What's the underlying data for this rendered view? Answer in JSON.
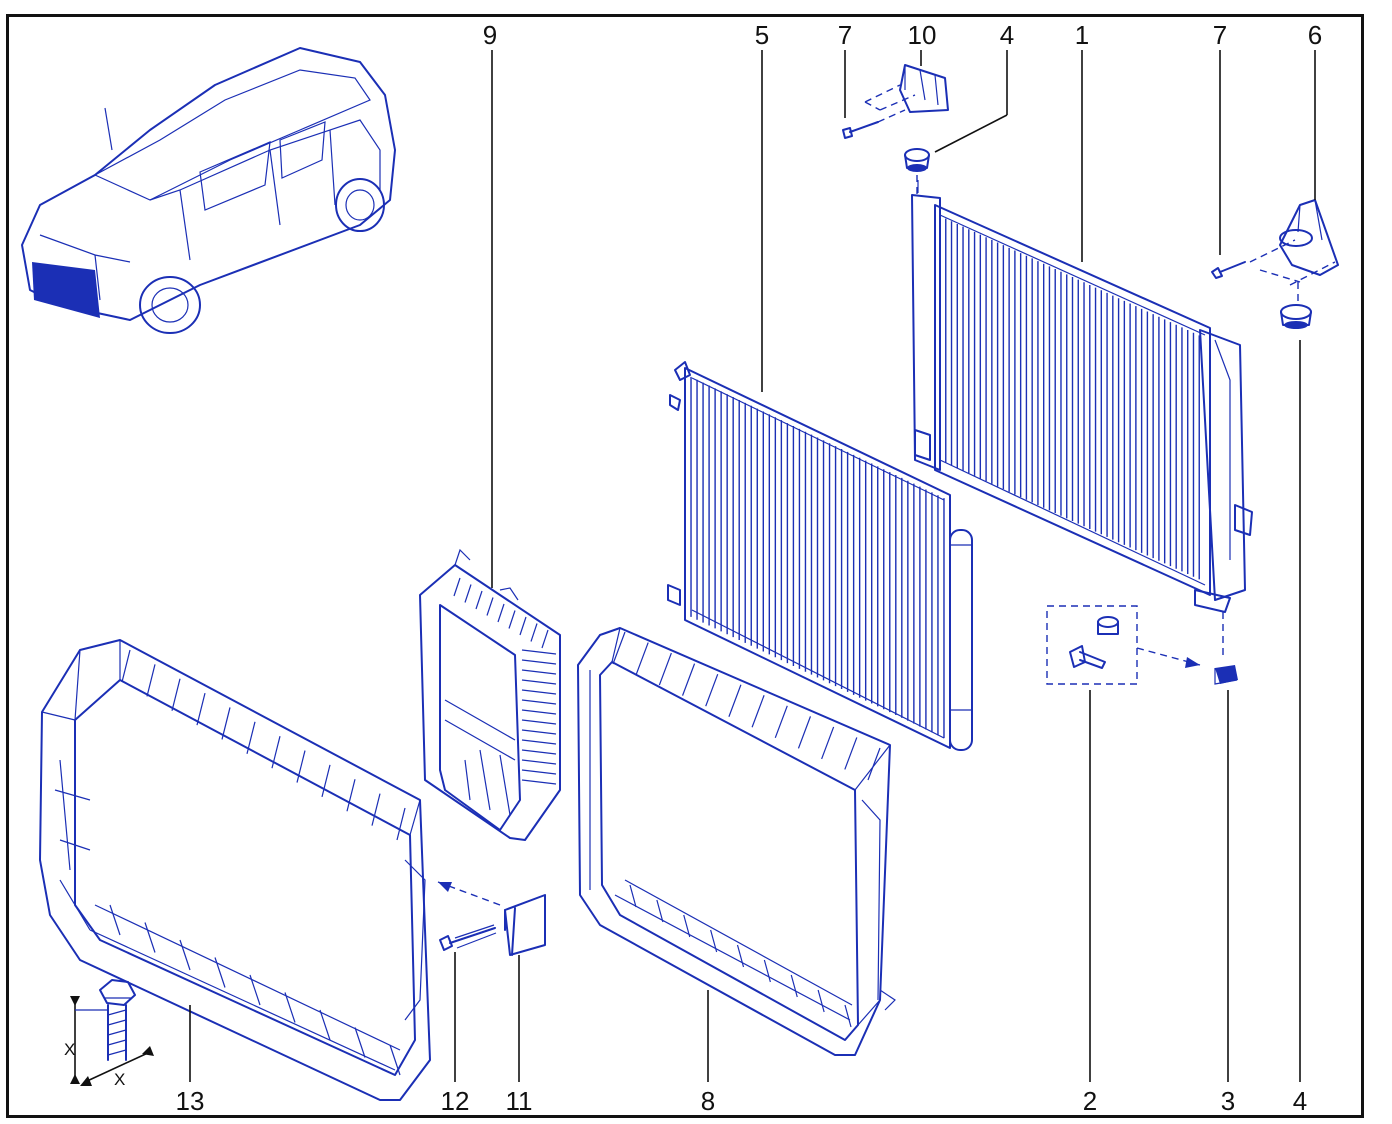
{
  "callouts": {
    "c1": "1",
    "c2": "2",
    "c3": "3",
    "c4_top": "4",
    "c4_bottom": "4",
    "c5": "5",
    "c6": "6",
    "c7_left": "7",
    "c7_right": "7",
    "c8": "8",
    "c9": "9",
    "c10": "10",
    "c11": "11",
    "c12": "12",
    "c13": "13"
  },
  "torque_symbol": {
    "label_vertical": "X",
    "label_horizontal": "X"
  },
  "colors": {
    "line_art": "#1b2fb5",
    "callout": "#111111",
    "frame": "#111111"
  }
}
